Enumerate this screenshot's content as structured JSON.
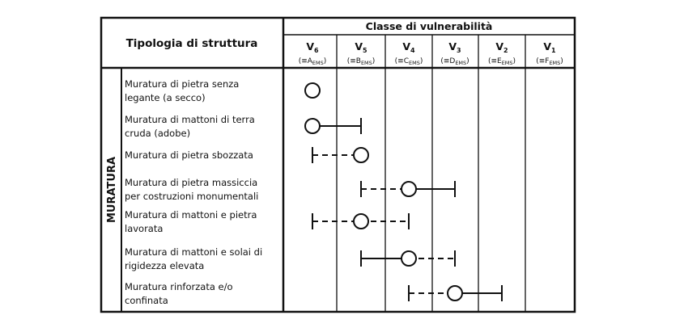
{
  "header": {
    "typology_label": "Tipologia di struttura",
    "class_label": "Classe di vulnerabilità",
    "classes": [
      {
        "v": "V",
        "n": "6",
        "ems_letter": "A",
        "ems_prefix": "(≡",
        "ems_suffix": "EMS)"
      },
      {
        "v": "V",
        "n": "5",
        "ems_letter": "B",
        "ems_prefix": "(≡",
        "ems_suffix": "EMS)"
      },
      {
        "v": "V",
        "n": "4",
        "ems_letter": "C",
        "ems_prefix": "(≡",
        "ems_suffix": "EMS)"
      },
      {
        "v": "V",
        "n": "3",
        "ems_letter": "D",
        "ems_prefix": "(≡",
        "ems_suffix": "EMS)"
      },
      {
        "v": "V",
        "n": "2",
        "ems_letter": "E",
        "ems_prefix": "(≡",
        "ems_suffix": "EMS)"
      },
      {
        "v": "V",
        "n": "1",
        "ems_letter": "F",
        "ems_prefix": "(≡",
        "ems_suffix": "EMS)"
      }
    ]
  },
  "group_label": "MURATURA",
  "rows": [
    {
      "lines": [
        "Muratura di pietra senza",
        "legante (a secco)"
      ],
      "most_likely": 6,
      "solid_range": null,
      "dashed_range": null
    },
    {
      "lines": [
        "Muratura di mattoni di terra",
        "cruda (adobe)"
      ],
      "most_likely": 6,
      "solid_range": [
        6,
        5
      ],
      "dashed_range": null
    },
    {
      "lines": [
        "Muratura di pietra sbozzata"
      ],
      "most_likely": 5,
      "solid_range": null,
      "dashed_range": [
        6,
        5
      ]
    },
    {
      "lines": [
        "Muratura di pietra massiccia",
        "per costruzioni monumentali"
      ],
      "most_likely": 4,
      "solid_range": [
        4,
        3
      ],
      "dashed_range": [
        5,
        4
      ]
    },
    {
      "lines": [
        "Muratura di mattoni e pietra",
        "lavorata"
      ],
      "most_likely": 5,
      "solid_range": null,
      "dashed_range": [
        6,
        4
      ]
    },
    {
      "lines": [
        "Muratura di mattoni e solai di",
        "rigidezza elevata"
      ],
      "most_likely": 4,
      "solid_range": [
        5,
        4
      ],
      "dashed_range": [
        4,
        3
      ]
    },
    {
      "lines": [
        "Muratura rinforzata e/o",
        "confinata"
      ],
      "most_likely": 3,
      "solid_range": [
        3,
        2
      ],
      "dashed_range": [
        4,
        3
      ]
    }
  ]
}
